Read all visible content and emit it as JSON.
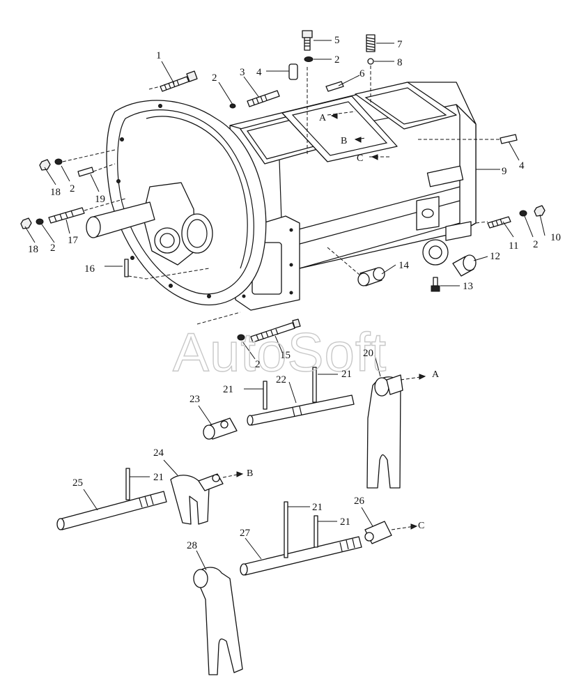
{
  "watermark": "AutoSoft",
  "callouts": {
    "c1": "1",
    "c2a": "2",
    "c2b": "2",
    "c2c": "2",
    "c2d": "2",
    "c2e": "2",
    "c2f": "2",
    "c3": "3",
    "c4a": "4",
    "c4b": "4",
    "c5": "5",
    "c6": "6",
    "c7": "7",
    "c8": "8",
    "c9": "9",
    "c10": "10",
    "c11": "11",
    "c12": "12",
    "c13": "13",
    "c14": "14",
    "c15": "15",
    "c16": "16",
    "c17": "17",
    "c18a": "18",
    "c18b": "18",
    "c19": "19",
    "c20": "20",
    "c21a": "21",
    "c21b": "21",
    "c21c": "21",
    "c21d": "21",
    "c21e": "21",
    "c22": "22",
    "c23": "23",
    "c24": "24",
    "c25": "25",
    "c26": "26",
    "c27": "27",
    "c28": "28"
  },
  "letters": {
    "a_top": "A",
    "b_top": "B",
    "c_top": "C",
    "a_rod": "A",
    "b_rod": "B",
    "c_rod": "C"
  }
}
